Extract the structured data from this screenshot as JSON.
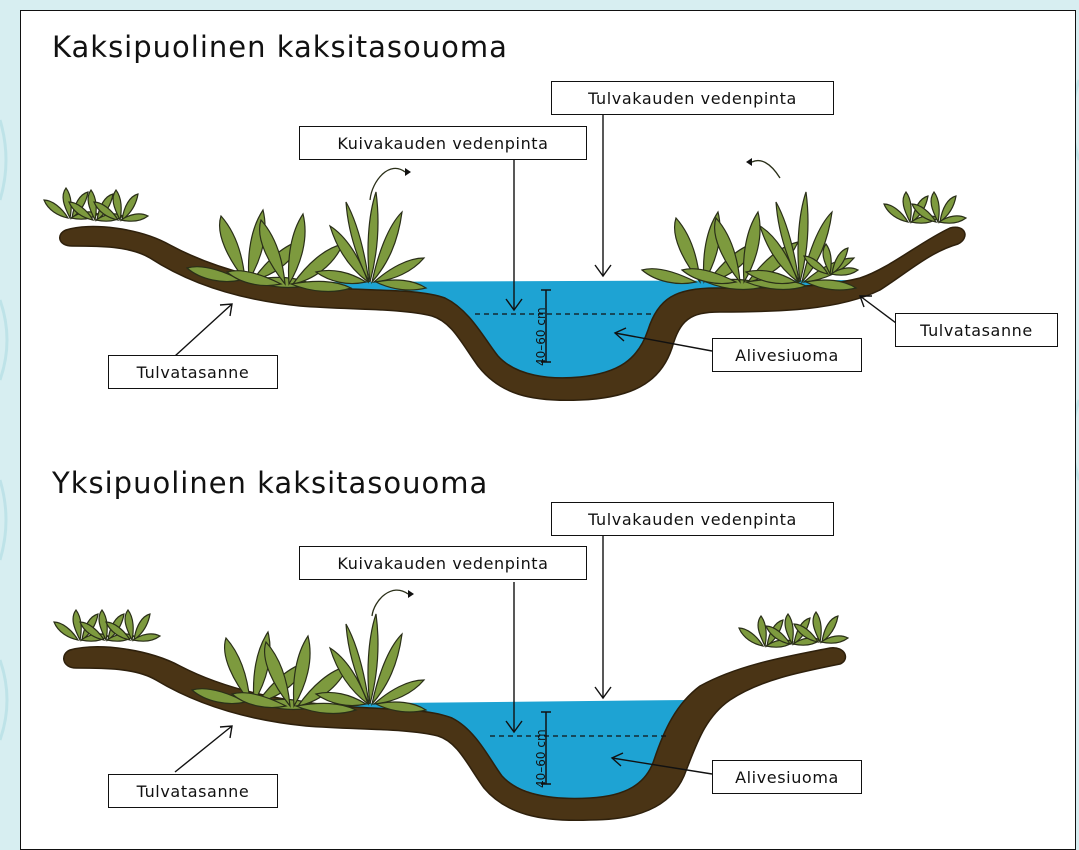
{
  "diagrams": [
    {
      "title": "Kaksipuolinen kaksitasouoma",
      "labels": {
        "flood_level": "Tulvakauden vedenpinta",
        "dry_level": "Kuivakauden vedenpinta",
        "terrace_left": "Tulvatasanne",
        "terrace_right": "Tulvatasanne",
        "low_channel": "Alivesiuoma",
        "depth": "40–60 cm"
      }
    },
    {
      "title": "Yksipuolinen kaksitasouoma",
      "labels": {
        "flood_level": "Tulvakauden vedenpinta",
        "dry_level": "Kuivakauden vedenpinta",
        "terrace_left": "Tulvatasanne",
        "low_channel": "Alivesiuoma",
        "depth": "40–60 cm"
      }
    }
  ],
  "colors": {
    "soil": "#4a3415",
    "water": "#1ea3d3",
    "plant": "#7d9a3e",
    "plant_dark": "#596f2a",
    "background": "#d7eef1"
  }
}
